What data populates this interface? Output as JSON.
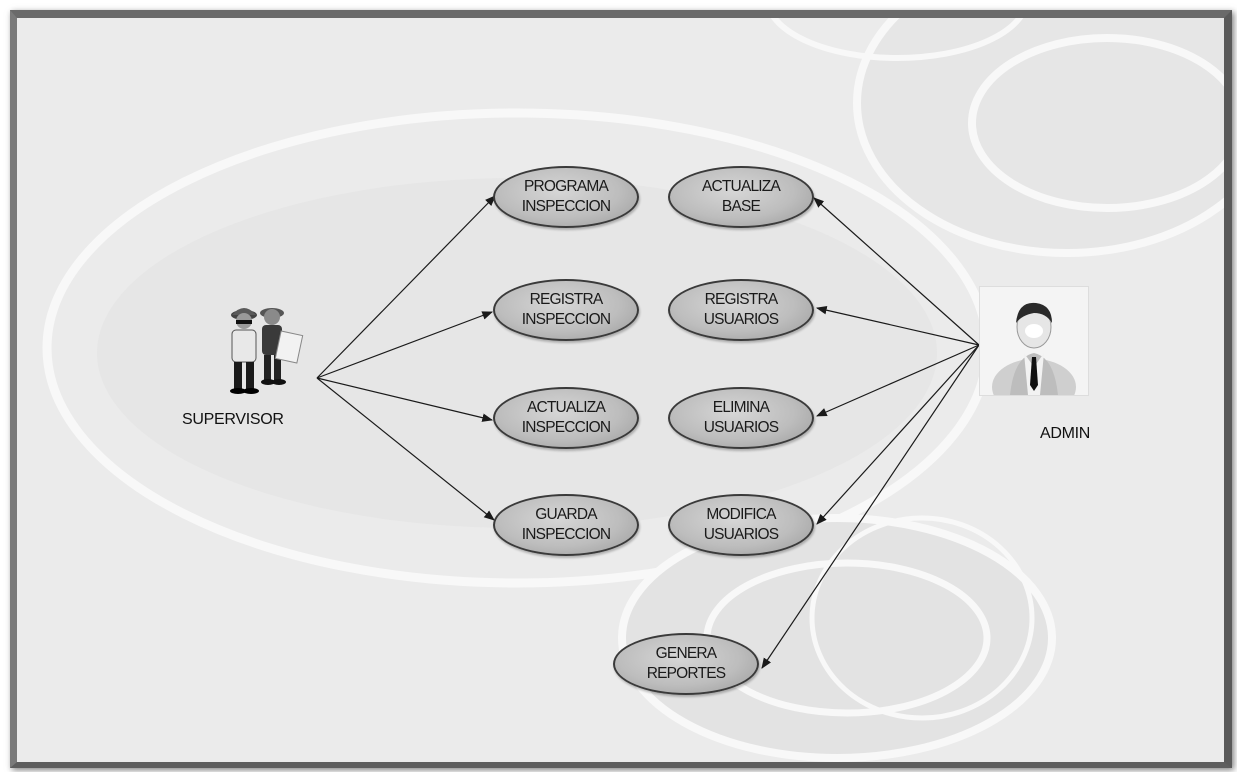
{
  "actors": {
    "supervisor": {
      "label": "SUPERVISOR",
      "icon": "supervisor-workers-icon"
    },
    "admin": {
      "label": "ADMIN",
      "icon": "admin-user-icon"
    }
  },
  "use_cases": {
    "programa_inspeccion": {
      "line1": "PROGRAMA",
      "line2": "INSPECCION"
    },
    "registra_inspeccion": {
      "line1": "REGISTRA",
      "line2": "INSPECCION"
    },
    "actualiza_inspeccion": {
      "line1": "ACTUALIZA",
      "line2": "INSPECCION"
    },
    "guarda_inspeccion": {
      "line1": "GUARDA",
      "line2": "INSPECCION"
    },
    "actualiza_base": {
      "line1": "ACTUALIZA",
      "line2": "BASE"
    },
    "registra_usuarios": {
      "line1": "REGISTRA",
      "line2": "USUARIOS"
    },
    "elimina_usuarios": {
      "line1": "ELIMINA",
      "line2": "USUARIOS"
    },
    "modifica_usuarios": {
      "line1": "MODIFICA",
      "line2": "USUARIOS"
    },
    "genera_reportes": {
      "line1": "GENERA",
      "line2": "REPORTES"
    }
  },
  "associations": [
    {
      "from": "supervisor",
      "to": "programa_inspeccion"
    },
    {
      "from": "supervisor",
      "to": "registra_inspeccion"
    },
    {
      "from": "supervisor",
      "to": "actualiza_inspeccion"
    },
    {
      "from": "supervisor",
      "to": "guarda_inspeccion"
    },
    {
      "from": "admin",
      "to": "actualiza_base"
    },
    {
      "from": "admin",
      "to": "registra_usuarios"
    },
    {
      "from": "admin",
      "to": "elimina_usuarios"
    },
    {
      "from": "admin",
      "to": "modifica_usuarios"
    },
    {
      "from": "admin",
      "to": "genera_reportes"
    }
  ],
  "colors": {
    "background": "#ebebeb",
    "ellipse_fill": "#bdbdbd",
    "ellipse_border": "#3a3a3a",
    "line": "#1a1a1a"
  }
}
